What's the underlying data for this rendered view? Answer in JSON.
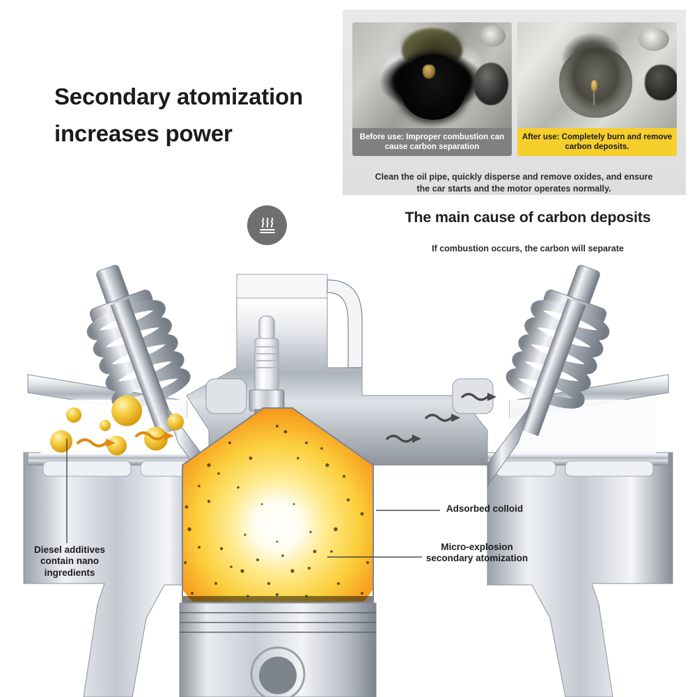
{
  "headline": {
    "line1": "Secondary atomization",
    "line2": "increases power"
  },
  "photo_panel": {
    "before": {
      "caption": "Before use: Improper combustion can cause carbon separation",
      "caption_bg": "#808080",
      "caption_color": "#ffffff"
    },
    "after": {
      "caption": "After use: Completely burn and remove carbon deposits.",
      "caption_bg": "#f6cf2c",
      "caption_color": "#1a1a1a"
    },
    "note": "Clean the oil pipe, quickly disperse and remove oxides, and ensure the car starts and the motor operates normally."
  },
  "heat_icon": {
    "name": "heat-waves-icon",
    "circle_color": "#6f6f6f",
    "stroke_color": "#ffffff"
  },
  "section": {
    "title": "The main cause of carbon deposits",
    "caption": "If combustion occurs, the carbon will separate"
  },
  "callouts": [
    {
      "id": "diesel-additives",
      "text": "Diesel additives contain nano ingredients"
    },
    {
      "id": "adsorbed-colloid",
      "text": "Adsorbed colloid"
    },
    {
      "id": "micro-explosion",
      "text": "Micro-explosion secondary atomization"
    }
  ],
  "diagram": {
    "name": "engine-combustion-cutaway",
    "parts": [
      "intake-valve-spring",
      "exhaust-valve-spring",
      "spark-plug",
      "cylinder-head",
      "combustion-chamber",
      "piston",
      "fuel-droplets",
      "intake-flow-arrows",
      "exhaust-flow-arrows"
    ],
    "colors": {
      "metal_light": "#f2f4f6",
      "metal_mid": "#b9bec6",
      "metal_dark": "#6f757e",
      "droplet": "#f5c73a",
      "flame_core": "#ffffff",
      "flame_mid": "#f6d33f",
      "flame_edge": "#f4781f",
      "carbon": "#4a3b12",
      "arrow_orange": "#e08a10",
      "arrow_gray": "#4a4a4a"
    }
  }
}
